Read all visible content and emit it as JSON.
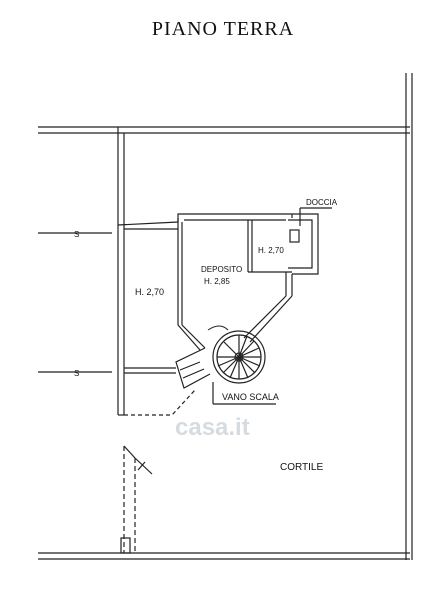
{
  "title": "PIANO TERRA",
  "rooms": {
    "left_room": "H. 2,70",
    "deposito_name": "DEPOSITO",
    "deposito_height": "H. 2,85",
    "bath_height": "H. 2,70",
    "doccia": "DOCCIA",
    "vano_scala": "VANO SCALA",
    "cortile": "CORTILE"
  },
  "section_marks": [
    "S",
    "S"
  ],
  "watermark": "casa.it"
}
